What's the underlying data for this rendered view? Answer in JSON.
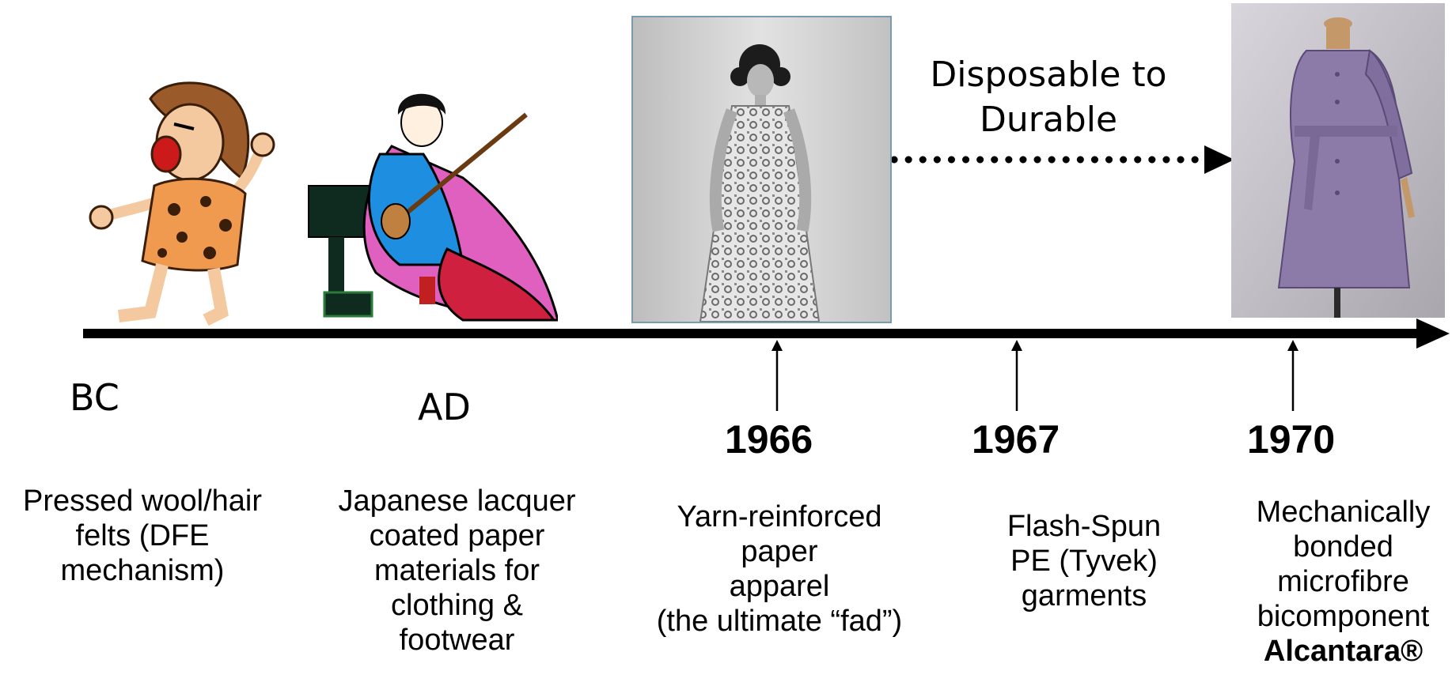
{
  "timeline": {
    "eras": [
      {
        "label": "BC",
        "description_lines": [
          "Pressed wool/hair",
          "felts (DFE",
          "mechanism)"
        ]
      },
      {
        "label": "AD",
        "description_lines": [
          "Japanese lacquer",
          "coated paper",
          "materials for",
          "clothing &",
          "footwear"
        ]
      }
    ],
    "milestones": [
      {
        "year": "1966",
        "description_lines": [
          "Yarn-reinforced",
          "paper",
          "apparel",
          "(the ultimate “fad”)"
        ]
      },
      {
        "year": "1967",
        "description_lines": [
          "Flash-Spun",
          "PE (Tyvek)",
          "garments"
        ]
      },
      {
        "year": "1970",
        "description_lines": [
          "Mechanically",
          "bonded",
          "microfibre",
          "bicomponent"
        ],
        "brand": "Alcantara®"
      }
    ]
  },
  "callout": {
    "lines": [
      "Disposable to",
      "Durable"
    ]
  },
  "colors": {
    "axis": "#000000",
    "dress_purple": "#8c7aa8",
    "photo_bg_gray": "#d9d9d9"
  }
}
